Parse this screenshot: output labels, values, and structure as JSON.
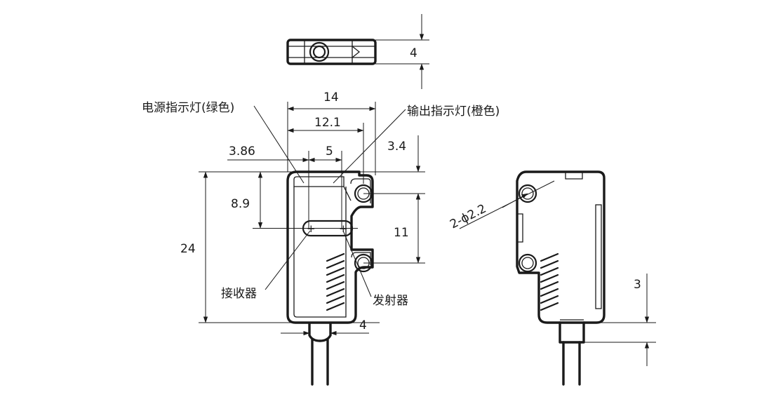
{
  "diagram": {
    "labels": {
      "power_indicator": "电源指示灯(绿色)",
      "output_indicator": "输出指示灯(橙色)",
      "receiver": "接收器",
      "emitter": "发射器",
      "mounting_holes": "2-ϕ2.2"
    },
    "dimensions": {
      "top_thickness": "4",
      "width_total": "14",
      "width_inner": "12.1",
      "lens_offset": "3.86",
      "lens_spacing": "5",
      "hole_top_offset": "3.4",
      "lens_height": "8.9",
      "height_total": "24",
      "hole_spacing": "11",
      "cable_width": "4",
      "cable_base": "3"
    }
  }
}
